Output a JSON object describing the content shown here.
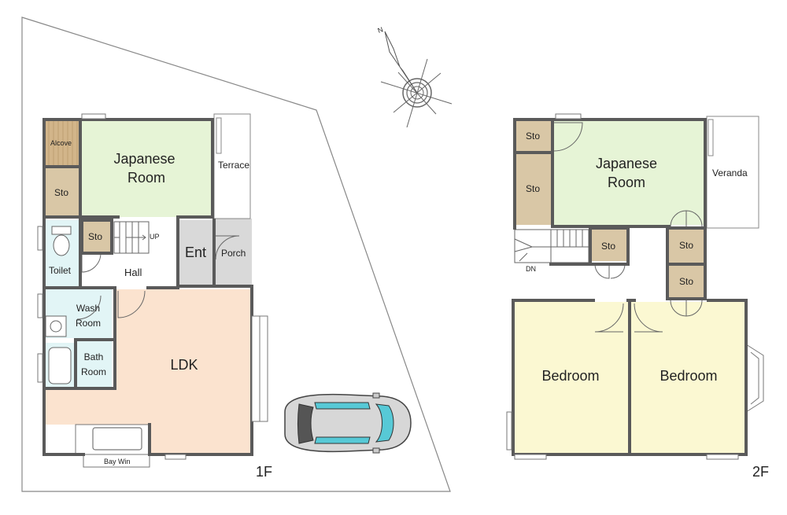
{
  "floors": {
    "first": {
      "floor_label": "1F",
      "rooms": {
        "alcove": "Alcove",
        "japanese_room": "Japanese Room",
        "terrace": "Terrace",
        "storage_1": "Sto",
        "storage_2": "Sto",
        "stairs_up": "UP",
        "entrance": "Ent",
        "porch": "Porch",
        "toilet": "Toilet",
        "hall": "Hall",
        "wash_room": "Wash Room",
        "bath_room": "Bath Room",
        "ldk": "LDK",
        "bay_window": "Bay Win"
      }
    },
    "second": {
      "floor_label": "2F",
      "rooms": {
        "storage_1": "Sto",
        "storage_2": "Sto",
        "japanese_room": "Japanese Room",
        "veranda": "Veranda",
        "storage_3": "Sto",
        "storage_4": "Sto",
        "storage_5": "Sto",
        "stairs_down": "DN",
        "bedroom_1": "Bedroom",
        "bedroom_2": "Bedroom"
      }
    }
  },
  "compass": {
    "north_label": "N"
  },
  "colors": {
    "japanese_room": "#e6f4d6",
    "ldk": "#fbe3cf",
    "bedroom": "#fbf8d2",
    "storage": "#d9c7a6",
    "alcove": "#d2b58a",
    "wet_area": "#e2f5f6",
    "entrance": "#d9d9d9",
    "car": "#57c9d6"
  }
}
